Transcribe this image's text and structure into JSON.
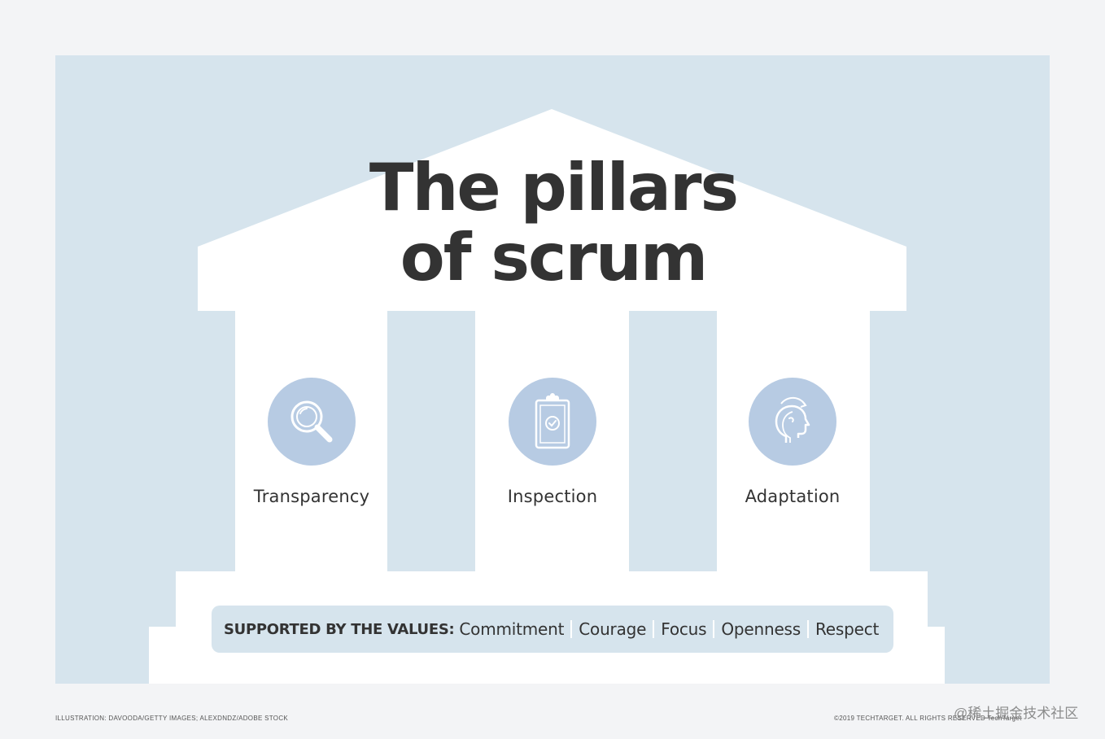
{
  "title": {
    "line1": "The pillars",
    "line2": "of scrum"
  },
  "pillars": [
    {
      "label": "Transparency",
      "icon": "magnifying-glass-icon"
    },
    {
      "label": "Inspection",
      "icon": "clipboard-check-icon"
    },
    {
      "label": "Adaptation",
      "icon": "head-rotate-icon"
    }
  ],
  "values": {
    "prefix": "SUPPORTED BY THE VALUES:",
    "items": [
      "Commitment",
      "Courage",
      "Focus",
      "Openness",
      "Respect"
    ]
  },
  "credits": {
    "left": "ILLUSTRATION: DAVOODA/GETTY IMAGES; ALEXDNDZ/ADOBE STOCK",
    "right": "©2019 TECHTARGET. ALL RIGHTS RESERVED  TechTarget"
  },
  "watermark": "@稀土掘金技术社区",
  "colors": {
    "panel": "#d6e4ed",
    "temple": "#ffffff",
    "icon_circle": "#b7cbe3",
    "text": "#333333"
  }
}
